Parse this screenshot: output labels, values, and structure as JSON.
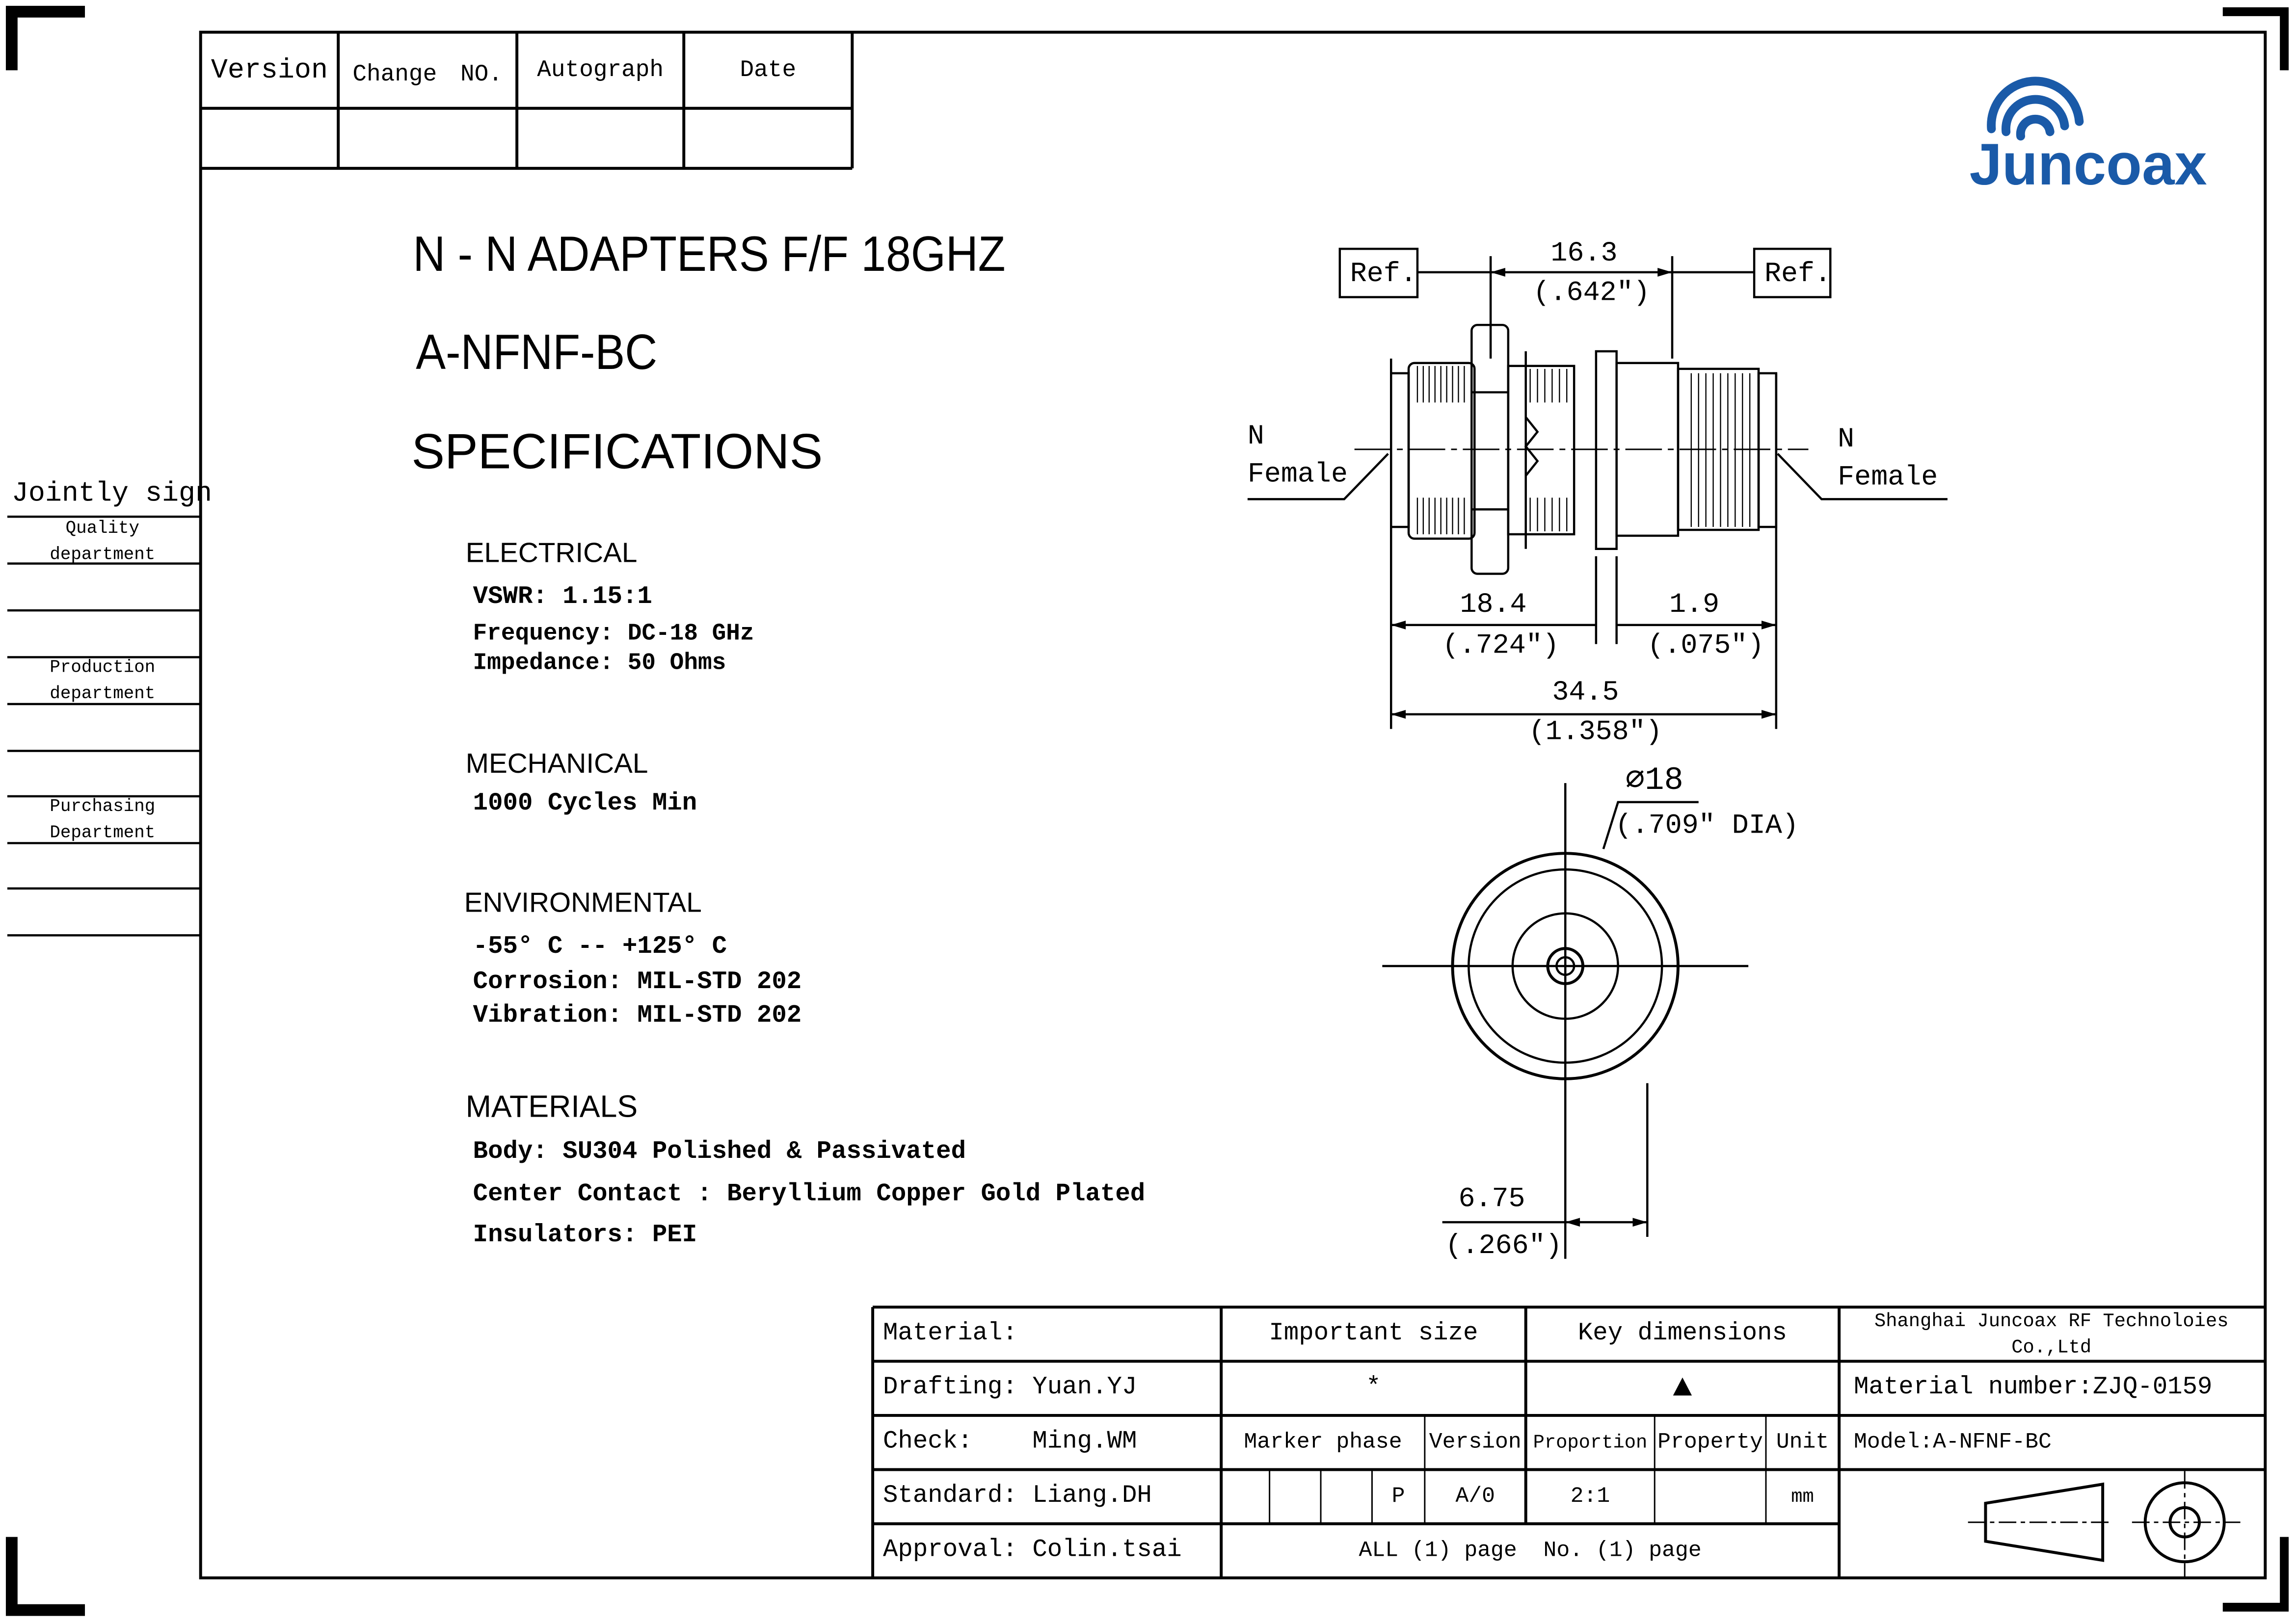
{
  "revision_table": {
    "headers": [
      "Version",
      "Change　NO.",
      "Autograph",
      "Date"
    ]
  },
  "logo": {
    "text": "Juncoax",
    "color": "#1a5aa8"
  },
  "product": {
    "title": "N - N ADAPTERS  F/F 18GHZ",
    "model": "A-NFNF-BC",
    "heading": "SPECIFICATIONS"
  },
  "specs": {
    "electrical": {
      "title": "ELECTRICAL",
      "lines": [
        "VSWR:  1.15:1",
        "Frequency: DC-18 GHz",
        "Impedance: 50 Ohms"
      ]
    },
    "mechanical": {
      "title": "MECHANICAL",
      "lines": [
        "1000 Cycles Min"
      ]
    },
    "environmental": {
      "title": "ENVIRONMENTAL",
      "lines": [
        "-55° C -- +125° C",
        "Corrosion: MIL-STD 202",
        "Vibration: MIL-STD 202"
      ]
    },
    "materials": {
      "title": "MATERIALS",
      "lines": [
        "Body: SU304 Polished & Passivated",
        "Center Contact : Beryllium Copper Gold Plated",
        "Insulators: PEI"
      ]
    }
  },
  "side_panel": {
    "title": "Jointly sign",
    "departments": [
      "Quality department",
      "Production department",
      "Purchasing Department"
    ]
  },
  "drawing": {
    "ref_left": "Ref.",
    "ref_right": "Ref.",
    "dim_top": "16.3",
    "dim_top_in": "(.642″)",
    "n_left": "N",
    "female_left": "Female",
    "n_right": "N",
    "female_right": "Female",
    "dim_a": "18.4",
    "dim_a_in": "(.724″)",
    "dim_b": "1.9",
    "dim_b_in": "(.075″)",
    "dim_total": "34.5",
    "dim_total_in": "(1.358″)",
    "dia": "⌀18",
    "dia_in": "(.709″ DIA)",
    "dim_c": "6.75",
    "dim_c_in": "(.266″)"
  },
  "title_block": {
    "material": "Material:",
    "important_size": "Important size",
    "key_dimensions": "Key dimensions",
    "company": "Shanghai Juncoax RF Technoloies Co.,Ltd",
    "drafting": "Drafting: Yuan.YJ",
    "important_mark": "*",
    "key_mark": "▲",
    "material_number": "Material number:ZJQ-0159",
    "check": "Check:    Ming.WM",
    "marker_phase": "Marker phase",
    "version": "Version",
    "proportion": "Proportion",
    "property": "Property",
    "unit": "Unit",
    "model": "Model:A-NFNF-BC",
    "standard": "Standard: Liang.DH",
    "marker_value": "P",
    "version_value": "A/0",
    "proportion_value": "2:1",
    "unit_value": "mm",
    "approval": "Approval: Colin.tsai",
    "pages": "ALL (1) page  No. (1) page"
  }
}
